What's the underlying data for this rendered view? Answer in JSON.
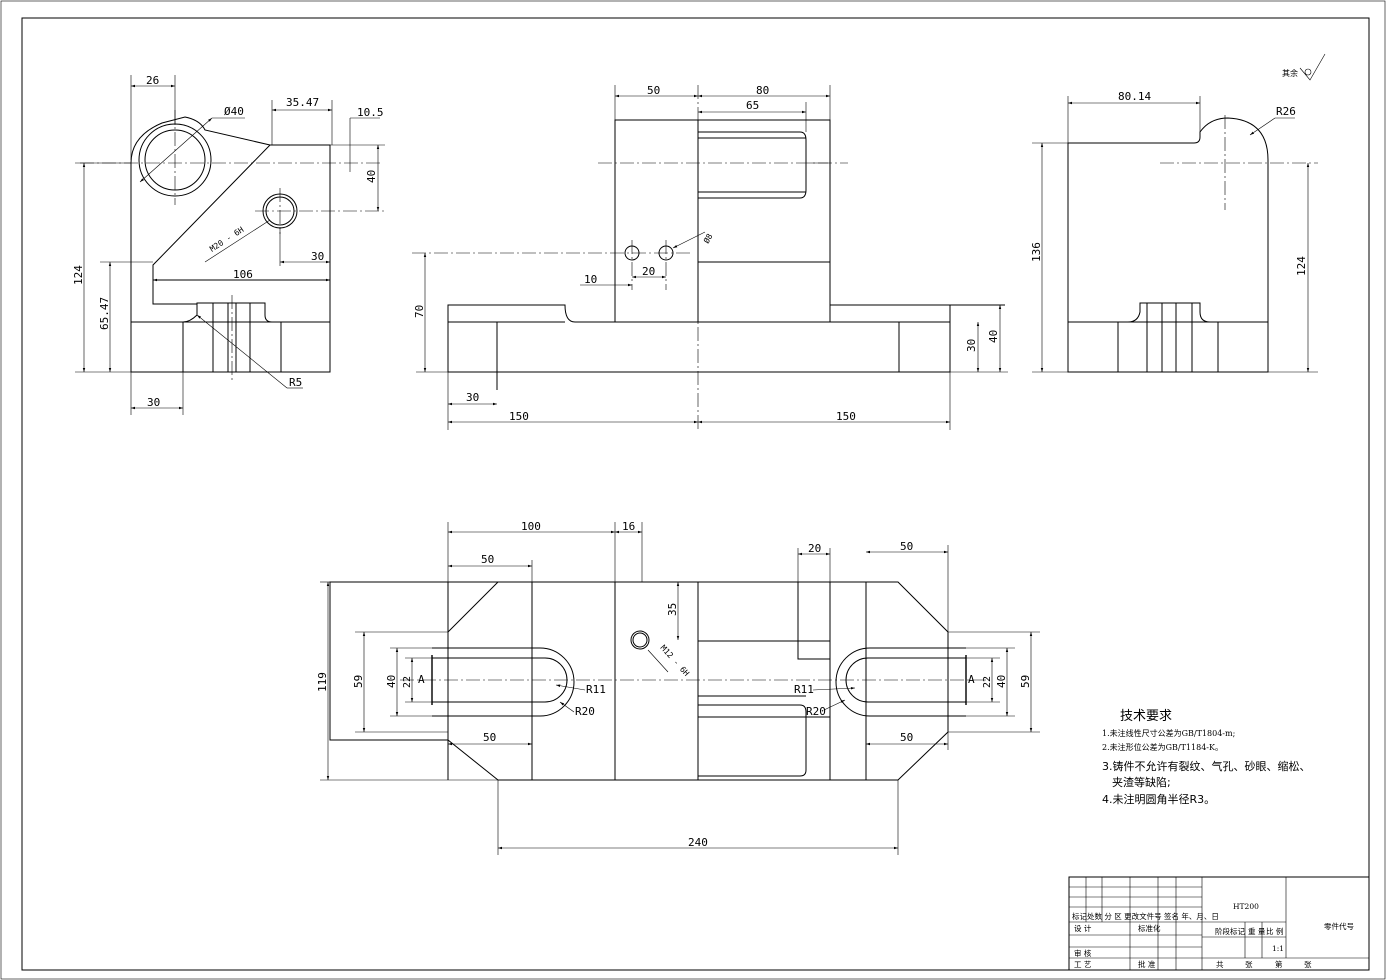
{
  "left_view": {
    "dims": {
      "d26": "26",
      "d35_47": "35.47",
      "d10_5": "10.5",
      "phi40": "Ø40",
      "d40": "40",
      "d124": "124",
      "d65_47": "65.47",
      "d106": "106",
      "d30_right": "30",
      "d30_bottom": "30",
      "thread": "M20 - 6H",
      "r5": "R5"
    }
  },
  "front_view": {
    "dims": {
      "d50": "50",
      "d80": "80",
      "d65": "65",
      "d70": "70",
      "d10": "10",
      "d20": "20",
      "d30_a": "30",
      "d30_b": "30",
      "d40": "40",
      "d150_l": "150",
      "d150_r": "150",
      "hole": "Ø8"
    }
  },
  "right_view": {
    "dims": {
      "d80_14": "80.14",
      "r26": "R26",
      "d136": "136",
      "d124": "124"
    },
    "surface_note": "其余"
  },
  "top_view": {
    "dims": {
      "d100": "100",
      "d16": "16",
      "d50_tl": "50",
      "d50_ml": "50",
      "d50_bl": "50",
      "d20": "20",
      "d50_tr": "50",
      "d50_br": "50",
      "d35": "35",
      "d119": "119",
      "d59_l": "59",
      "d40_l": "40",
      "d22_l": "22",
      "d22_r": "22",
      "d40_r": "40",
      "d59_r": "59",
      "r11_l": "R11",
      "r20_l": "R20",
      "r11_r": "R11",
      "r20_r": "R20",
      "d240": "240",
      "thread": "M12 - 6H",
      "sec_l": "A",
      "sec_r": "A"
    }
  },
  "tech": {
    "title": "技术要求",
    "line1": "1.未注线性尺寸公差为GB/T1804-m;",
    "line2": "2.未注形位公差为GB/T1184-K。",
    "line3a": "3.铸件不允许有裂纹、气孔、砂眼、缩松、",
    "line3b": "夹渣等缺陷;",
    "line4": "4.未注明圆角半径R3。"
  },
  "title_block": {
    "material": "HT200",
    "row_label": "标记处数 分 区 更改文件号 签名 年、月、日",
    "design": "设 计",
    "standard": "标准化",
    "review": "审 核",
    "process": "工 艺",
    "approve": "批 准",
    "stage": "阶段标记",
    "weight": "重 量",
    "scale_label": "比 例",
    "scale": "1:1",
    "part_code": "零件代号",
    "total": "共",
    "sheets": "张",
    "sheet_no": "第",
    "sheet_unit": "张"
  }
}
